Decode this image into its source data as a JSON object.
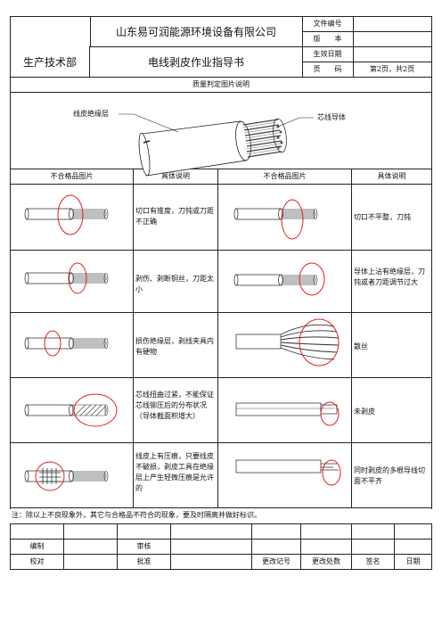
{
  "header": {
    "company": "山东易可润能源环境设备有限公司",
    "department": "生产技术部",
    "doc_title": "电线剥皮作业指导书",
    "meta_labels": [
      "文件编号",
      "版　　本",
      "生效日期",
      "页　　码"
    ],
    "page_info": "第2页，共2页"
  },
  "quality_section": {
    "title": "质量判定图片说明",
    "label_insulation": "线皮绝缘层",
    "label_conductor": "芯线导体"
  },
  "table": {
    "col_headers": [
      "不合格品图片",
      "具体说明",
      "不合格品图片",
      "具体说明"
    ],
    "rows": [
      {
        "left_desc": "切口有锥度，刀钝或刀距不正确",
        "right_desc": "切口不平整，刀钝"
      },
      {
        "left_desc": "剥伤、剥断铜丝，刀距太小",
        "right_desc": "导体上沾有绝缘层，刀钝或者刀距调节过大"
      },
      {
        "left_desc": "损伤绝缘层，剥线夹具内有硬物",
        "right_desc": "散丝"
      },
      {
        "left_desc": "芯线扭曲过紧，不能保证芯线铆压后的分布状况（导体截面积增大）",
        "right_desc": "未剥皮"
      },
      {
        "left_desc": "线皮上有压痕，只要线皮不破损，剥皮工具在绝缘层上产生轻微压痕是允许的",
        "right_desc": "同时剥皮的多根导线切面不平齐"
      }
    ]
  },
  "note": "注：除以上不良现象外，其它与合格品不符合的现象，要及时隔离并做好标识。",
  "footer": {
    "editor": "编制",
    "reviewer": "审核",
    "checker": "校对",
    "approver": "批准",
    "change_no": "更改记号",
    "change_count": "更改处数",
    "signature": "签名",
    "date": "日期"
  },
  "colors": {
    "line": "#222222",
    "mark": "#e02020"
  }
}
